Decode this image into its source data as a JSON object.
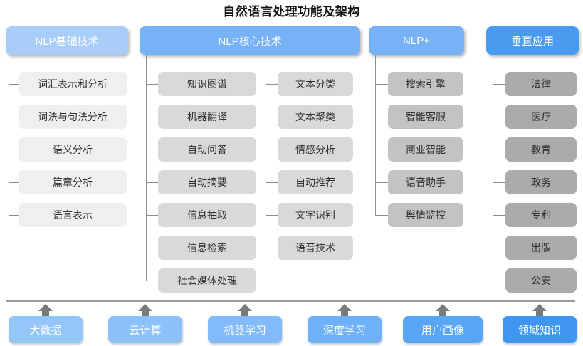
{
  "title": "自然语言处理功能及架构",
  "colors": {
    "header_light": "#a8cdf8",
    "header_medium": "#77b2f6",
    "header_accent": "#4a9bf0",
    "leaf_gray_1": "#f0efef",
    "leaf_gray_2": "#d9d9d9",
    "leaf_gray_3": "#d4d4d4",
    "leaf_gray_4": "#c3c3c3",
    "leaf_gray_5": "#ababab",
    "connector": "#8d8d8d",
    "arrow": "#7a7a7a",
    "title_text": "#111111"
  },
  "columns": [
    {
      "header": "NLP基础技术",
      "header_color": "#a8cdf8",
      "leaf_color": "#f0efef",
      "groups": [
        {
          "items": [
            "词汇表示和分析",
            "词法与句法分析",
            "语义分析",
            "篇章分析",
            "语言表示"
          ]
        }
      ]
    },
    {
      "header": "NLP核心技术",
      "header_color": "#77b2f6",
      "leaf_color": "#d9d9d9",
      "groups": [
        {
          "items": [
            "知识图谱",
            "机器翻译",
            "自动问答",
            "自动摘要",
            "信息抽取",
            "信息检索",
            "社会媒体处理"
          ]
        },
        {
          "items": [
            "文本分类",
            "文本聚类",
            "情感分析",
            "自动推荐",
            "文字识别",
            "语音技术"
          ]
        }
      ]
    },
    {
      "header": "NLP+",
      "header_color": "#77b2f6",
      "leaf_color": "#c3c3c3",
      "groups": [
        {
          "items": [
            "搜索引擎",
            "智能客服",
            "商业智能",
            "语音助手",
            "舆情监控"
          ]
        }
      ]
    },
    {
      "header": "垂直应用",
      "header_color": "#4a9bf0",
      "leaf_color": "#ababab",
      "groups": [
        {
          "items": [
            "法律",
            "医疗",
            "教育",
            "政务",
            "专利",
            "出版",
            "公安"
          ]
        }
      ]
    }
  ],
  "foundation": {
    "items": [
      {
        "label": "大数据",
        "color": "#95c6fa"
      },
      {
        "label": "云计算",
        "color": "#8cc0f9"
      },
      {
        "label": "机器学习",
        "color": "#83bafa"
      },
      {
        "label": "深度学习",
        "color": "#6fb1f8"
      },
      {
        "label": "用户画像",
        "color": "#5aa6f6"
      },
      {
        "label": "领域知识",
        "color": "#3f95f2"
      }
    ],
    "arrow_icon": "up-arrow-icon"
  },
  "watermark": ""
}
